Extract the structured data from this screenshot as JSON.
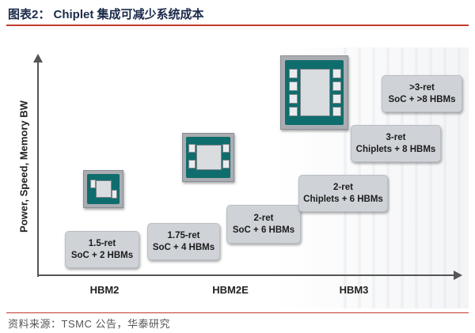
{
  "header": {
    "title": "图表2： Chiplet 集成可减少系统成本"
  },
  "footer": {
    "source": "资料来源：TSMC 公告，华泰研究"
  },
  "diagram": {
    "y_axis_label": "Power, Speed, Memory BW",
    "x_categories": [
      "HBM2",
      "HBM2E",
      "HBM3"
    ],
    "boxes": [
      {
        "line1": "1.5-ret",
        "line2": "SoC + 2 HBMs"
      },
      {
        "line1": "1.75-ret",
        "line2": "SoC + 4 HBMs"
      },
      {
        "line1": "2-ret",
        "line2": "SoC + 6 HBMs"
      },
      {
        "line1": "2-ret",
        "line2": "Chiplets + 6 HBMs"
      },
      {
        "line1": "3-ret",
        "line2": "Chiplets + 8 HBMs"
      },
      {
        "line1": ">3-ret",
        "line2": "SoC + >8 HBMs"
      }
    ],
    "colors": {
      "title_rule": "#c23a2b",
      "box_fill": "#cfd3d8",
      "substrate": "#0f6d6d"
    }
  }
}
